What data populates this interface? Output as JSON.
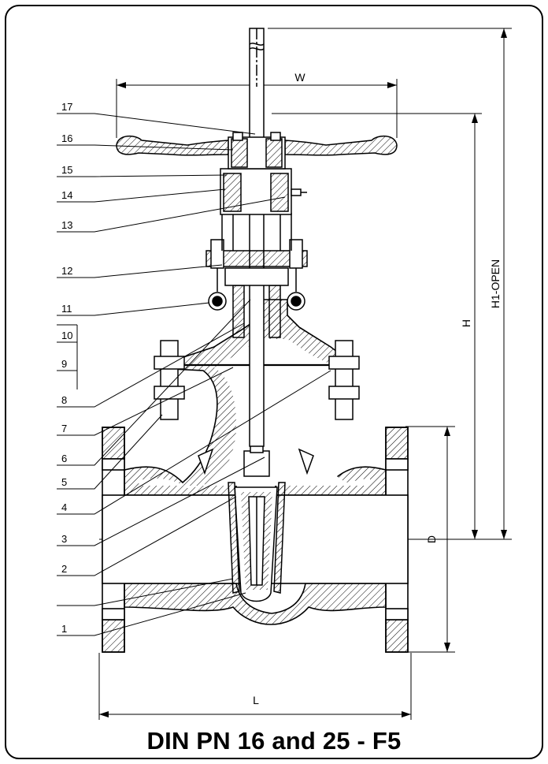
{
  "caption": "DIN PN 16 and 25 - F5",
  "dimensions": {
    "width": "W",
    "height": "H",
    "height_open": "H1-OPEN",
    "diameter": "D",
    "length": "L"
  },
  "part_numbers": [
    "17",
    "16",
    "15",
    "14",
    "13",
    "12",
    "11",
    "10",
    "9",
    "8",
    "7",
    "6",
    "5",
    "4",
    "3",
    "2",
    "1"
  ]
}
